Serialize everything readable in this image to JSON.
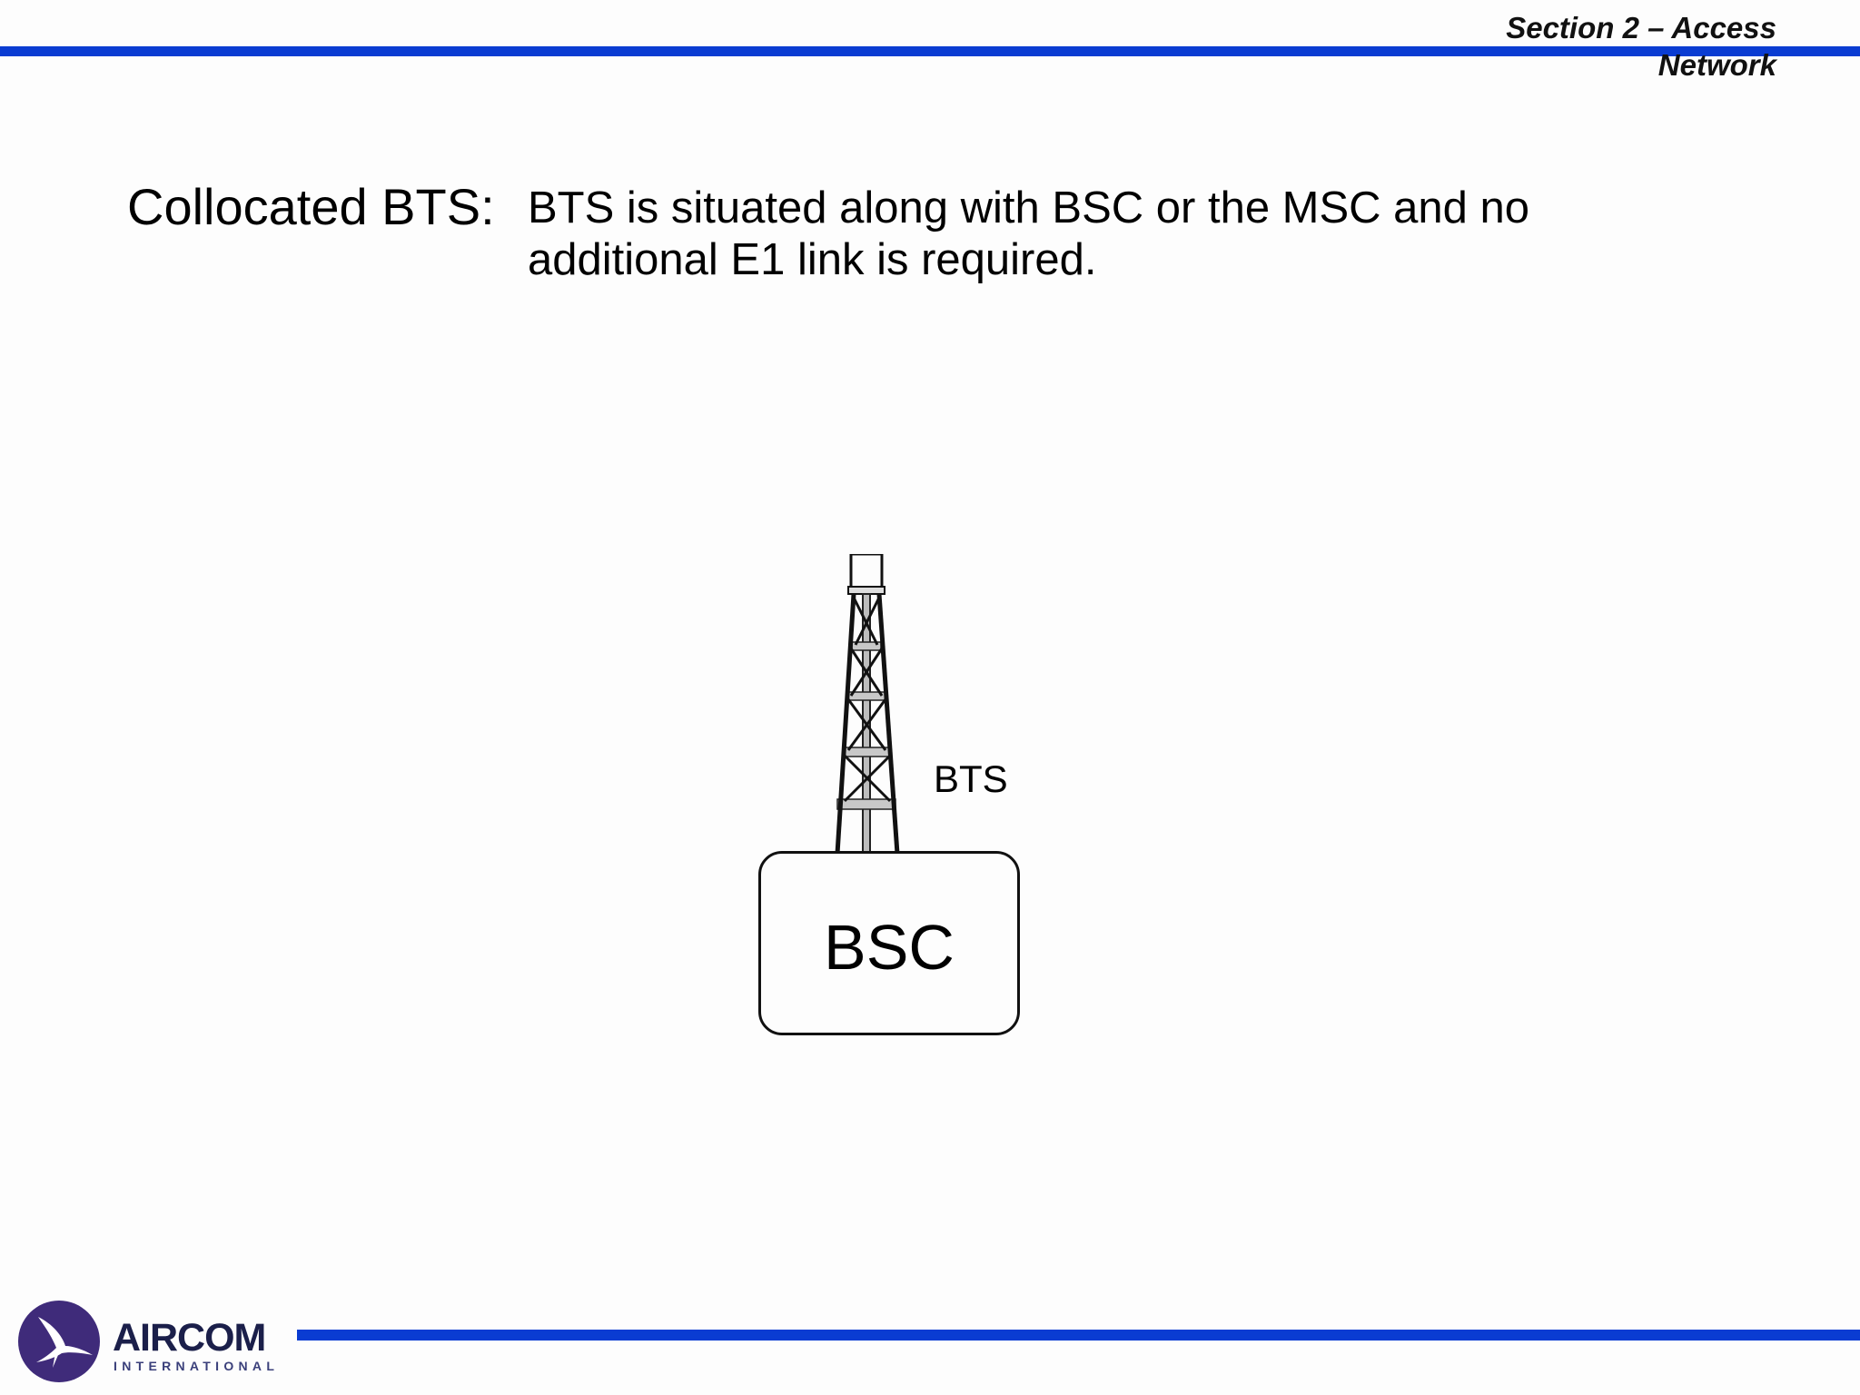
{
  "header": {
    "section_line1": "Section 2 – Access",
    "section_line2": "Network"
  },
  "content": {
    "term": "Collocated BTS:",
    "definition": "BTS is situated along with BSC or the MSC and no additional E1 link is required."
  },
  "diagram": {
    "tower_label": "BTS",
    "box_label": "BSC"
  },
  "logo": {
    "name": "AIRCOM",
    "subtitle": "INTERNATIONAL"
  },
  "colors": {
    "accent_bar": "#0a3cd2",
    "logo_circle": "#3f2b7a"
  }
}
